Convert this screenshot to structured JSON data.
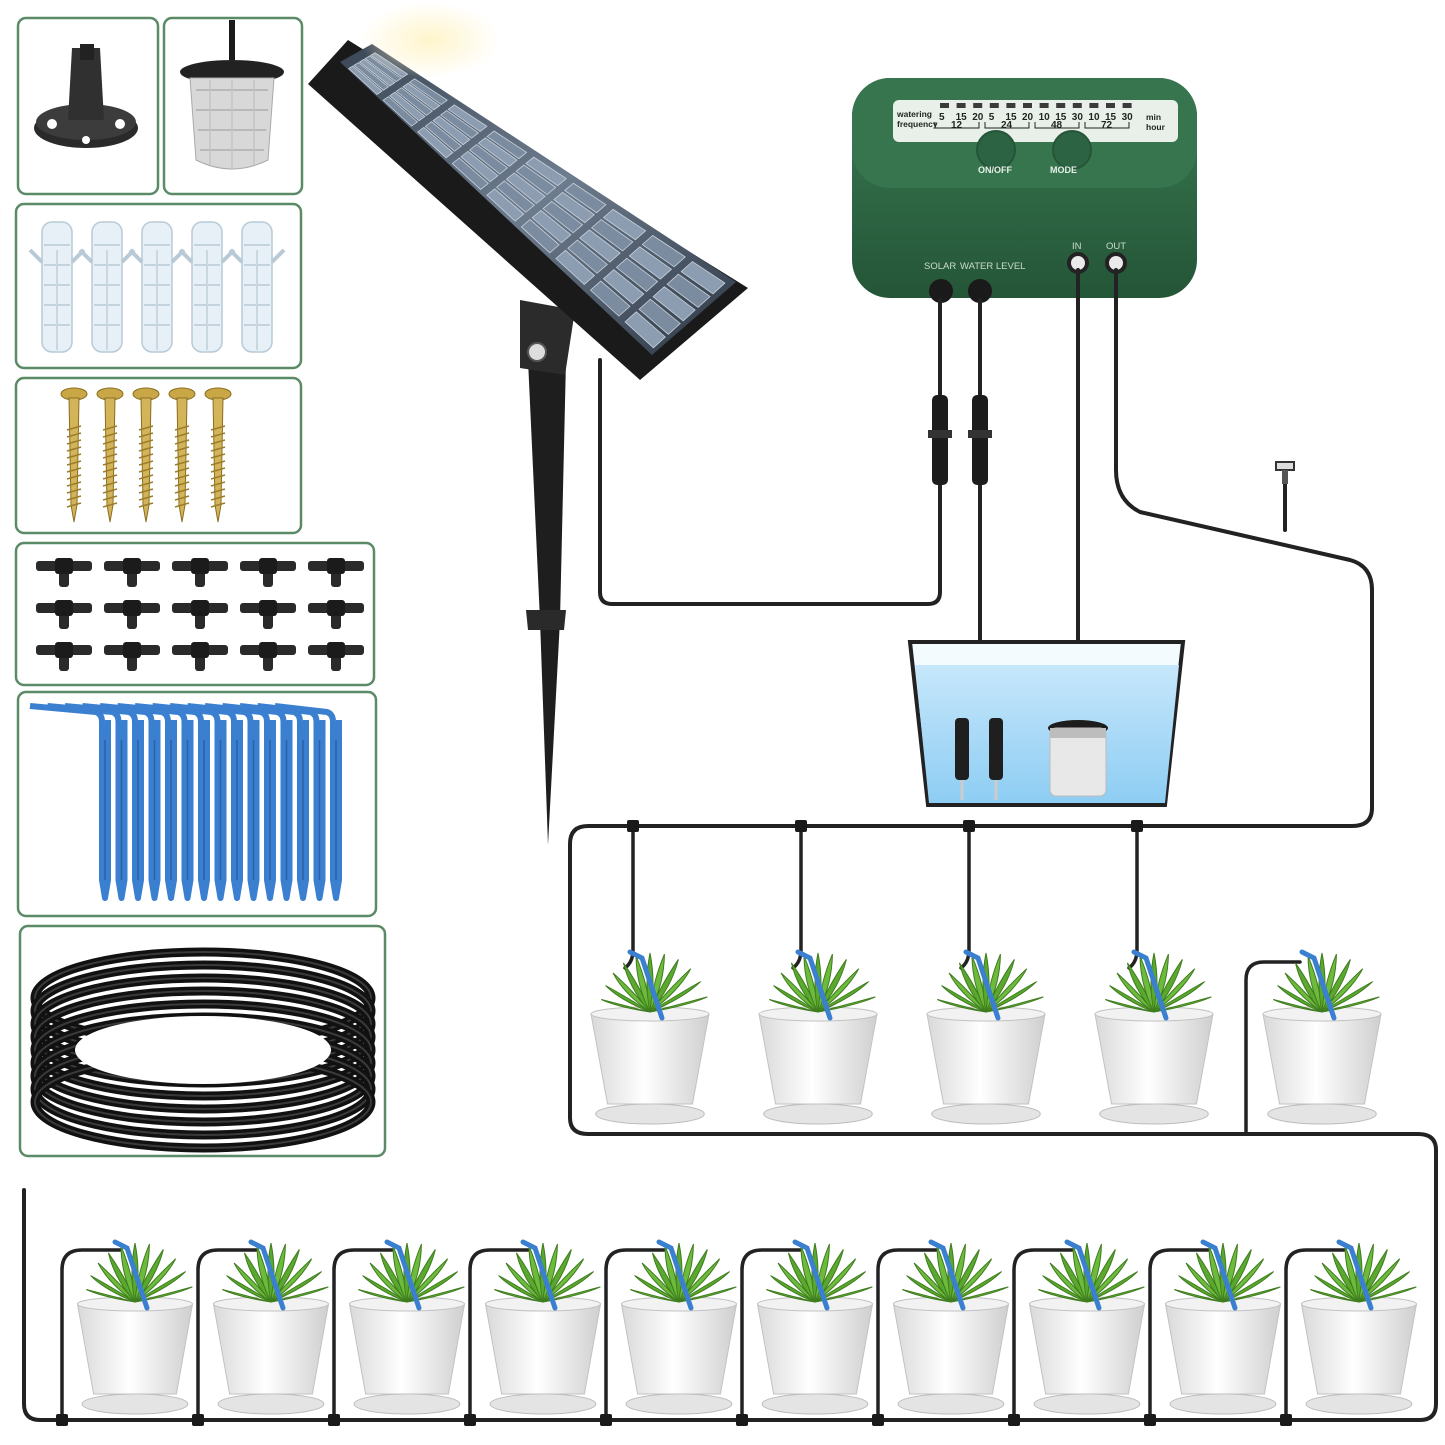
{
  "controller": {
    "watering_label_1": "watering",
    "watering_label_2": "frequency",
    "minute_values": [
      "5",
      "15",
      "20",
      "5",
      "15",
      "20",
      "10",
      "15",
      "30",
      "10",
      "15",
      "30"
    ],
    "hour_values": [
      "12",
      "24",
      "48",
      "72"
    ],
    "min_unit": "min",
    "hour_unit": "hour",
    "button_onoff": "ON/OFF",
    "button_mode": "MODE",
    "port_solar": "SOLAR",
    "port_water_level": "WATER LEVEL",
    "port_in": "IN",
    "port_out": "OUT"
  },
  "kit_panels": [
    {
      "item": "stake-base",
      "count": 1
    },
    {
      "item": "filter",
      "count": 1
    },
    {
      "item": "wall-anchor",
      "count": 5
    },
    {
      "item": "screw",
      "count": 5
    },
    {
      "item": "tee-connector",
      "count": 15
    },
    {
      "item": "drip-stake",
      "count": 15
    },
    {
      "item": "hose-coil",
      "count": 1
    }
  ],
  "plants": {
    "upper_row": 5,
    "lower_row": 10
  },
  "colors": {
    "controller_green": "#2f6b45",
    "panel_border": "#5a8a66",
    "water": "#a9d8f5",
    "dripper_blue": "#3a7fd0",
    "tube": "#222222",
    "leaf": "#5aa82e"
  }
}
